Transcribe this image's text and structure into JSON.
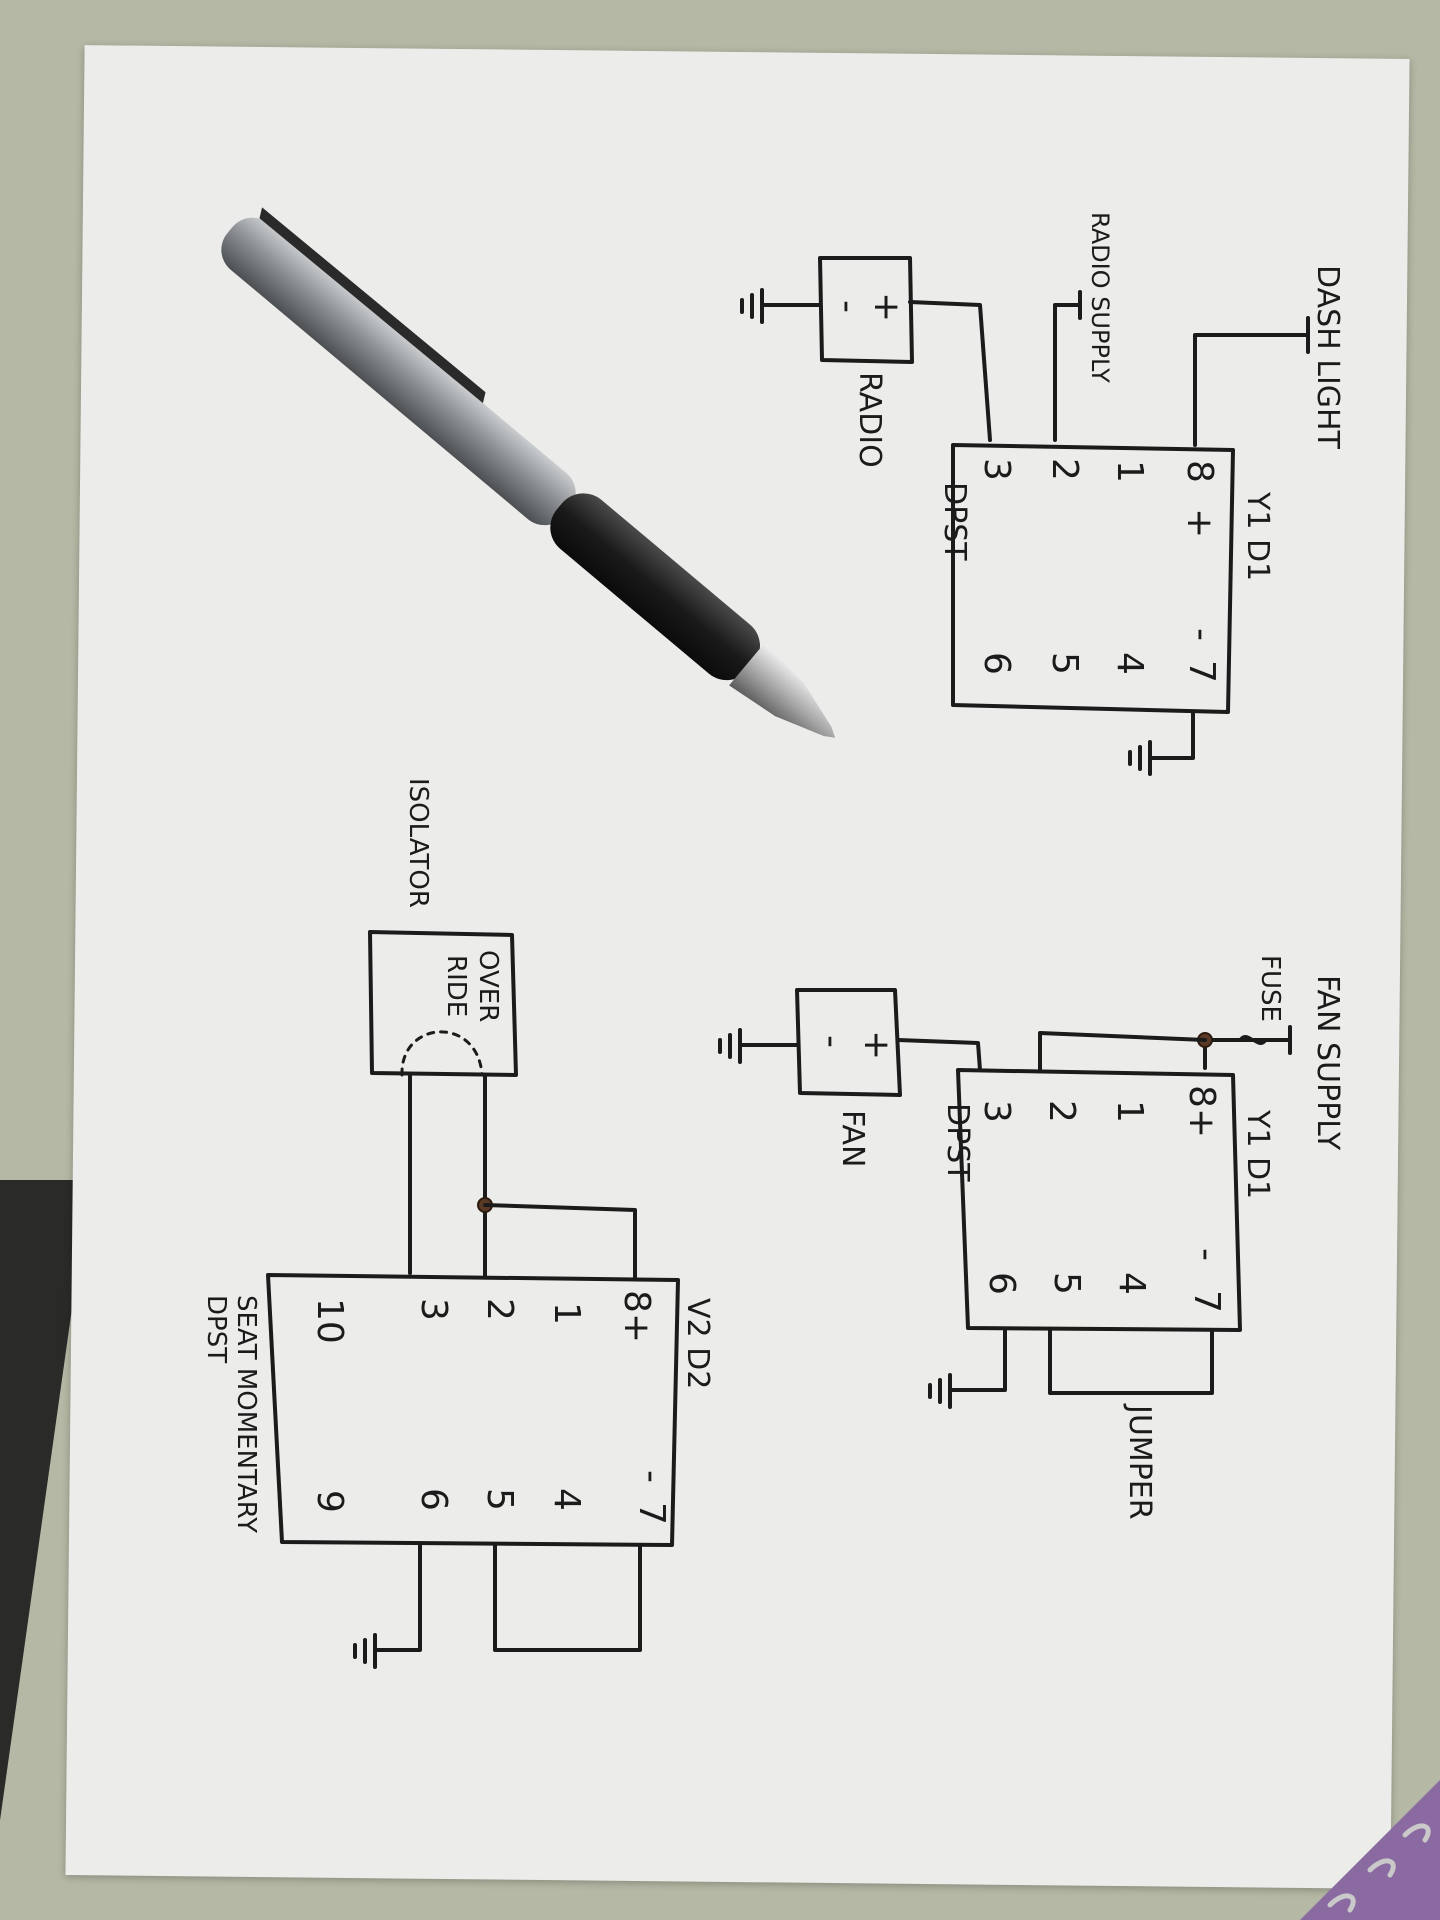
{
  "diagram1": {
    "title": "DASH LIGHT",
    "supply_label": "RADIO SUPPLY",
    "load_label": "RADIO",
    "switch_label": "DPST",
    "model_label": "Y1 D1",
    "pins": {
      "p8": "8",
      "plus": "+",
      "p1": "1",
      "p2": "2",
      "p3": "3",
      "minus": "-",
      "p7": "7",
      "p4": "4",
      "p5": "5",
      "p6": "6"
    },
    "box_plus": "+",
    "box_minus": "-"
  },
  "diagram2": {
    "supply_label": "FAN SUPPLY",
    "fuse_label": "FUSE",
    "load_label": "FAN",
    "switch_label": "DPST",
    "model_label": "Y1 D1",
    "jumper_label": "JUMPER",
    "pins": {
      "p8plus": "8+",
      "p1": "1",
      "p2": "2",
      "p3": "3",
      "minus": "-",
      "p7": "7",
      "p4": "4",
      "p5": "5",
      "p6": "6"
    },
    "box_plus": "+",
    "box_minus": "-"
  },
  "diagram3": {
    "isolator_label": "ISOLATOR",
    "override_label_1": "OVER",
    "override_label_2": "RIDE",
    "model_label": "V2 D2",
    "switch_label_1": "SEAT MOMENTARY",
    "switch_label_2": "DPST",
    "pins": {
      "p8plus": "8+",
      "p1": "1",
      "p2": "2",
      "p3": "3",
      "p10": "10",
      "minus": "-",
      "p7": "7",
      "p4": "4",
      "p5": "5",
      "p6": "6",
      "p9": "9"
    }
  }
}
